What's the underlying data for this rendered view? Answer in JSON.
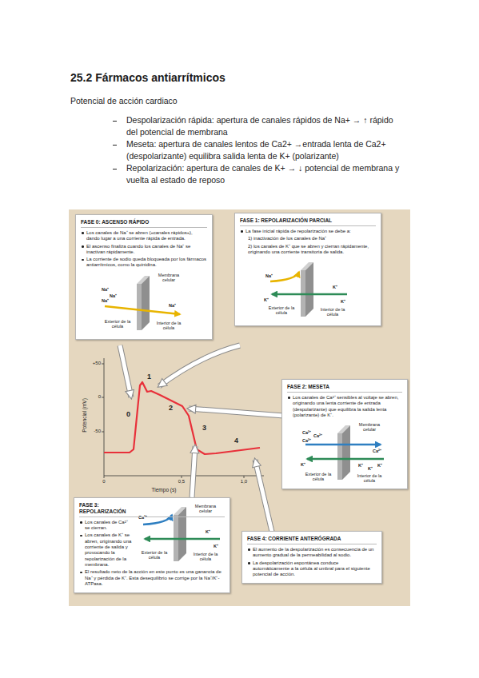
{
  "diagram": {
    "title": "25.2 Fármacos antiarrítmicos",
    "nodes": [
      {
        "text": [
          "FASE 0: ASCENSO RÁPIDO",
          "Los canales de Na⁺ se abren («canales rápidos»), dando lugar a una corriente rápida de entrada.",
          "El ascenso finaliza cuando los canales de Na⁺ se inactivan rápidamente.",
          "La corriente de sodio queda bloqueada por los fármacos antiarrítmicos, como la quinidina."
        ]
      },
      {
        "text": [
          "FASE 1: REPOLARIZACIÓN PARCIAL",
          "La fase inicial rápida de repolarización se debe a:",
          "1) inactivación de los canales de Na⁺",
          "2) los canales de K⁺ que se abren y cierran rápidamente, originando una corriente transitoria de salida."
        ]
      },
      {
        "text": [
          "FASE 2: MESETA",
          "Los canales de Ca²⁺ sensibles al voltaje se abren, originando una lenta corriente de entrada (despolarizante) que equilibra la salida lenta (polarizante) de K⁺."
        ]
      },
      {
        "text": [
          "FASE 3: REPOLARIZACIÓN",
          "Los canales de Ca²⁺ se cierran.",
          "Los canales de K⁺ se abren, originando una corriente de salida y provocando la repolarización de la membrana.",
          "El resultado neto de la acción en este punto es una ganancia de Na⁺ y pérdida de K⁺. Esta desequilibrio se corrige por la Na⁺/K⁺-ATPasa."
        ]
      },
      {
        "text": [
          "FASE 4: CORRIENTE ANTERÓGRADA",
          "El aumento de la despolarización es consecuencia de un aumento gradual de la permeabilidad al sodio.",
          "La despolarización espontánea conduce automáticamente a la célula al umbral para el siguiente potencial de acción."
        ]
      }
    ],
    "labels": [
      "Potencial de acción cardiaco",
      "Despolarización rápida: apertura de canales rápidos de Na+ → ↑ rápido del potencial de membrana",
      "Meseta: apertura de canales lentos de Ca2+ →entrada lenta de Ca2+ (despolarizante) equilibra salida lenta de K+ (polarizante)",
      "Repolarización: apertura de canales de K+ → ↓ potencial de membrana y vuelta al estado de reposo",
      "+50",
      "0",
      "-50",
      "Potencial (mV)",
      "0",
      "0,5",
      "1,0",
      "Tiempo (s)",
      "0",
      "1",
      "2",
      "3",
      "4",
      "Na⁺",
      "Na⁺",
      "Na⁺",
      "Na⁺",
      "Membrana celular",
      "Exterior de la célula",
      "Interior de la célula",
      "Na⁺",
      "K⁺",
      "K⁺",
      "K⁺",
      "Exterior de la célula",
      "Interior de la célula",
      "Membrana celular",
      "Ca²⁺",
      "Ca²⁺",
      "Ca²⁺",
      "Ca²⁺",
      "K⁺",
      "K⁺",
      "K⁺",
      "K⁺",
      "Exterior de la célula",
      "Interior de la célula",
      "Membrana celular",
      "Ca²⁺",
      "K⁺",
      "K⁺",
      "Exterior de la célula",
      "Interior de la célula"
    ]
  }
}
